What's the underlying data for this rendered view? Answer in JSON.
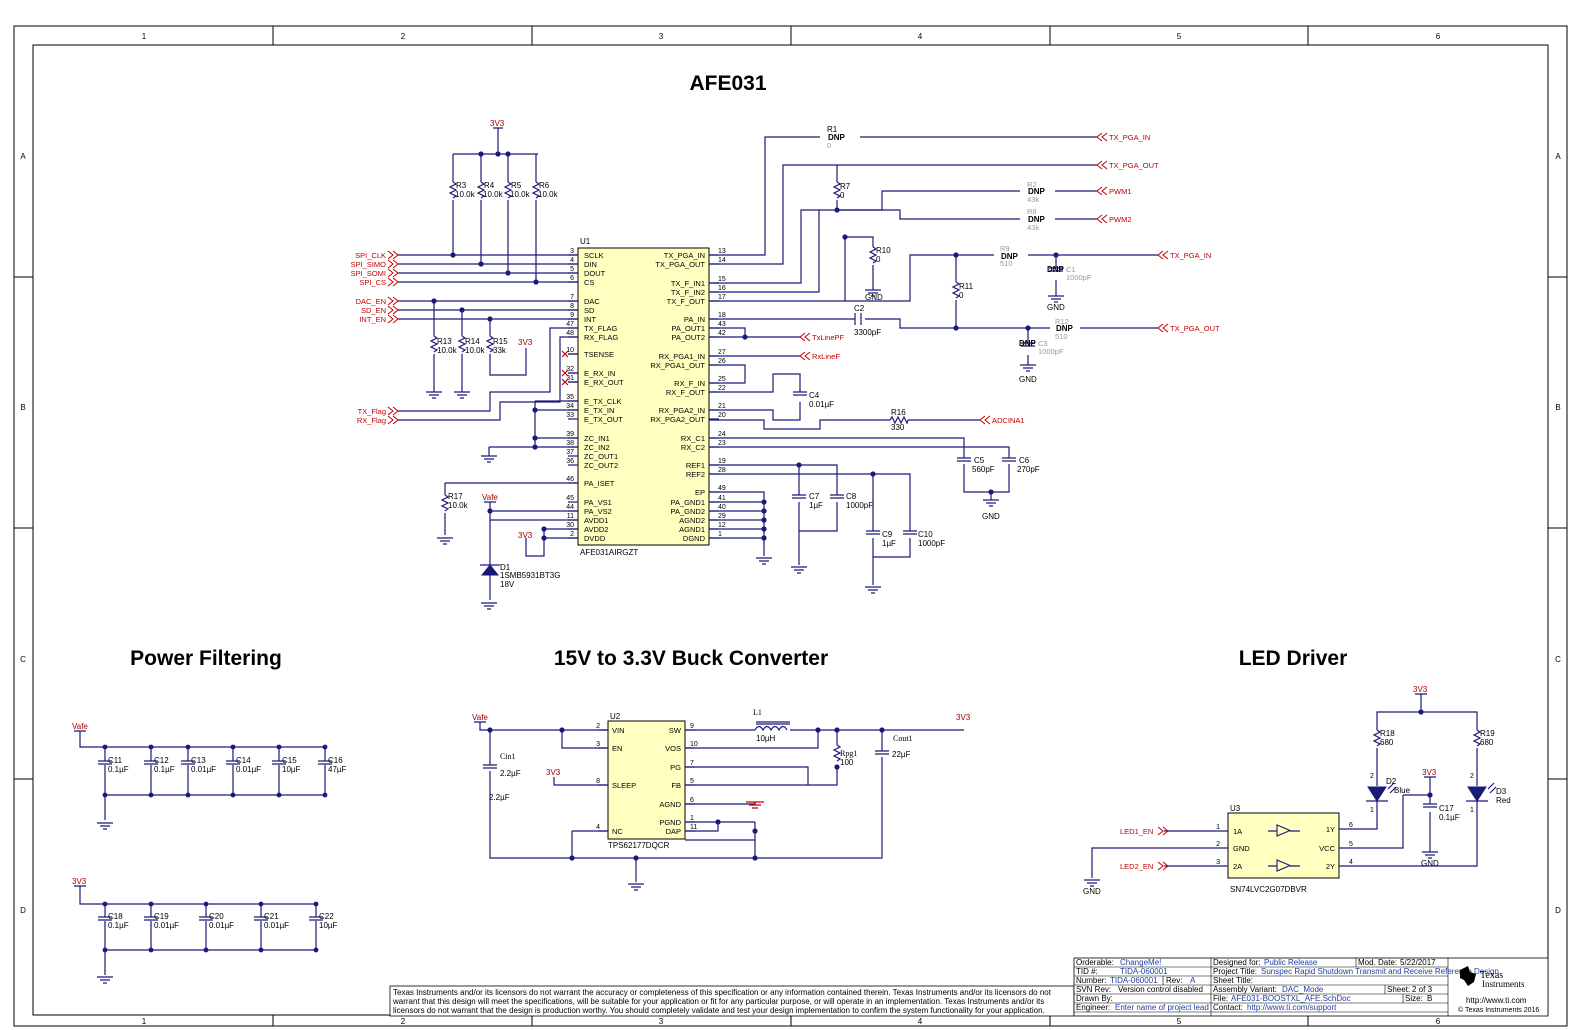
{
  "sections": {
    "afe": "AFE031",
    "power": "Power Filtering",
    "buck": "15V to 3.3V Buck Converter",
    "led": "LED Driver"
  },
  "grid": {
    "cols": [
      "1",
      "2",
      "3",
      "4",
      "5",
      "6"
    ],
    "rows": [
      "A",
      "B",
      "C",
      "D"
    ]
  },
  "u1": {
    "ref": "U1",
    "part": "AFE031AIRGZT",
    "left": [
      {
        "n": "3",
        "s": "SCLK"
      },
      {
        "n": "4",
        "s": "DIN"
      },
      {
        "n": "5",
        "s": "DOUT"
      },
      {
        "n": "6",
        "s": "CS"
      },
      {
        "n": "7",
        "s": "DAC"
      },
      {
        "n": "8",
        "s": "SD"
      },
      {
        "n": "9",
        "s": "INT"
      },
      {
        "n": "47",
        "s": "TX_FLAG"
      },
      {
        "n": "48",
        "s": "RX_FLAG"
      },
      {
        "n": "10",
        "s": "TSENSE"
      },
      {
        "n": "32",
        "s": "E_RX_IN"
      },
      {
        "n": "31",
        "s": "E_RX_OUT"
      },
      {
        "n": "35",
        "s": "E_TX_CLK"
      },
      {
        "n": "34",
        "s": "E_TX_IN"
      },
      {
        "n": "33",
        "s": "E_TX_OUT"
      },
      {
        "n": "39",
        "s": "ZC_IN1"
      },
      {
        "n": "38",
        "s": "ZC_IN2"
      },
      {
        "n": "37",
        "s": "ZC_OUT1"
      },
      {
        "n": "36",
        "s": "ZC_OUT2"
      },
      {
        "n": "46",
        "s": "PA_ISET"
      },
      {
        "n": "45",
        "s": "PA_VS1"
      },
      {
        "n": "44",
        "s": "PA_VS2"
      },
      {
        "n": "11",
        "s": "AVDD1"
      },
      {
        "n": "30",
        "s": "AVDD2"
      },
      {
        "n": "2",
        "s": "DVDD"
      }
    ],
    "right": [
      {
        "n": "13",
        "s": "TX_PGA_IN"
      },
      {
        "n": "14",
        "s": "TX_PGA_OUT"
      },
      {
        "n": "15",
        "s": "TX_F_IN1"
      },
      {
        "n": "16",
        "s": "TX_F_IN2"
      },
      {
        "n": "17",
        "s": "TX_F_OUT"
      },
      {
        "n": "18",
        "s": "PA_IN"
      },
      {
        "n": "43",
        "s": "PA_OUT1"
      },
      {
        "n": "42",
        "s": "PA_OUT2"
      },
      {
        "n": "27",
        "s": "RX_PGA1_IN"
      },
      {
        "n": "26",
        "s": "RX_PGA1_OUT"
      },
      {
        "n": "25",
        "s": "RX_F_IN"
      },
      {
        "n": "22",
        "s": "RX_F_OUT"
      },
      {
        "n": "21",
        "s": "RX_PGA2_IN"
      },
      {
        "n": "20",
        "s": "RX_PGA2_OUT"
      },
      {
        "n": "24",
        "s": "RX_C1"
      },
      {
        "n": "23",
        "s": "RX_C2"
      },
      {
        "n": "19",
        "s": "REF1"
      },
      {
        "n": "28",
        "s": "REF2"
      },
      {
        "n": "49",
        "s": "EP"
      },
      {
        "n": "41",
        "s": "PA_GND1"
      },
      {
        "n": "40",
        "s": "PA_GND2"
      },
      {
        "n": "29",
        "s": "AGND2"
      },
      {
        "n": "12",
        "s": "AGND1"
      },
      {
        "n": "1",
        "s": "DGND"
      }
    ]
  },
  "nets_left": [
    "SPI_CLK",
    "SPI_SIMO",
    "SPI_SOMI",
    "SPI_CS",
    "DAC_EN",
    "SD_EN",
    "INT_EN",
    "TX_Flag",
    "RX_Flag"
  ],
  "nets_right": {
    "tx_pga_in": "TX_PGA_IN",
    "tx_pga_out": "TX_PGA_OUT",
    "pwm1": "PWM1",
    "pwm2": "PWM2",
    "txlinepf": "TxLinePF",
    "rxlinef": "RxLineF",
    "adcina1": "ADCINA1",
    "led1": "LED1_EN",
    "led2": "LED2_EN"
  },
  "power": {
    "v33": "3V3",
    "vafe": "Vafe",
    "gnd": "GND"
  },
  "afe_parts": {
    "r3": {
      "ref": "R3",
      "val": "10.0k"
    },
    "r4": {
      "ref": "R4",
      "val": "10.0k"
    },
    "r5": {
      "ref": "R5",
      "val": "10.0k"
    },
    "r6": {
      "ref": "R6",
      "val": "10.0k"
    },
    "r13": {
      "ref": "R13",
      "val": "10.0k"
    },
    "r14": {
      "ref": "R14",
      "val": "10.0k"
    },
    "r15": {
      "ref": "R15",
      "val": "33k"
    },
    "r17": {
      "ref": "R17",
      "val": "10.0k"
    },
    "r1": {
      "ref": "R1",
      "val": "0"
    },
    "r7": {
      "ref": "R7",
      "val": "0"
    },
    "r2": {
      "ref": "R2",
      "val": "43k"
    },
    "r8": {
      "ref": "R8",
      "val": "43k"
    },
    "r10": {
      "ref": "R10",
      "val": "0"
    },
    "r11": {
      "ref": "R11",
      "val": "0"
    },
    "r9": {
      "ref": "R9",
      "val": "510"
    },
    "r12": {
      "ref": "R12",
      "val": "510"
    },
    "r16": {
      "ref": "R16",
      "val": "330"
    },
    "c1": {
      "ref": "C1",
      "val": "1000pF"
    },
    "c2": {
      "ref": "C2",
      "val": "3300pF"
    },
    "c3": {
      "ref": "C3",
      "val": "1000pF"
    },
    "c4": {
      "ref": "C4",
      "val": "0.01µF"
    },
    "c5": {
      "ref": "C5",
      "val": "560pF"
    },
    "c6": {
      "ref": "C6",
      "val": "270pF"
    },
    "c7": {
      "ref": "C7",
      "val": "1µF"
    },
    "c8": {
      "ref": "C8",
      "val": "1000pF"
    },
    "c9": {
      "ref": "C9",
      "val": "1µF"
    },
    "c10": {
      "ref": "C10",
      "val": "1000pF"
    },
    "d1": {
      "ref": "D1",
      "val": "1SMB5931BT3G",
      "v": "18V"
    },
    "dnp": "DNP"
  },
  "pf": {
    "row1": [
      {
        "ref": "C11",
        "val": "0.1µF"
      },
      {
        "ref": "C12",
        "val": "0.1µF"
      },
      {
        "ref": "C13",
        "val": "0.01µF"
      },
      {
        "ref": "C14",
        "val": "0.01µF"
      },
      {
        "ref": "C15",
        "val": "10µF"
      },
      {
        "ref": "C16",
        "val": "47µF"
      }
    ],
    "row2": [
      {
        "ref": "C18",
        "val": "0.1µF"
      },
      {
        "ref": "C19",
        "val": "0.01µF"
      },
      {
        "ref": "C20",
        "val": "0.01µF"
      },
      {
        "ref": "C21",
        "val": "0.01µF"
      },
      {
        "ref": "C22",
        "val": "10µF"
      }
    ]
  },
  "buck": {
    "ref": "U2",
    "part": "TPS62177DQCR",
    "left": [
      {
        "n": "2",
        "s": "VIN"
      },
      {
        "n": "3",
        "s": "EN"
      },
      {
        "n": "8",
        "s": "SLEEP"
      },
      {
        "n": "4",
        "s": "NC"
      }
    ],
    "right": [
      {
        "n": "9",
        "s": "SW"
      },
      {
        "n": "10",
        "s": "VOS"
      },
      {
        "n": "7",
        "s": "PG"
      },
      {
        "n": "5",
        "s": "FB"
      },
      {
        "n": "6",
        "s": "AGND"
      },
      {
        "n": "1",
        "s": "PGND"
      },
      {
        "n": "11",
        "s": "DAP"
      }
    ],
    "l1": {
      "ref": "L1",
      "val": "10µH"
    },
    "cin": {
      "ref": "Cin1",
      "val": "2.2µF",
      "val2": "2.2µF"
    },
    "cout": {
      "ref": "Cout1",
      "val": "22µF"
    },
    "rpg": {
      "ref": "Rpg1",
      "val": "100"
    }
  },
  "led": {
    "ref": "U3",
    "part": "SN74LVC2G07DBVR",
    "left": [
      {
        "n": "1",
        "s": "1A"
      },
      {
        "n": "2",
        "s": "GND"
      },
      {
        "n": "3",
        "s": "2A"
      }
    ],
    "right": [
      {
        "n": "6",
        "s": "1Y"
      },
      {
        "n": "5",
        "s": "VCC"
      },
      {
        "n": "4",
        "s": "2Y"
      }
    ],
    "r18": {
      "ref": "R18",
      "val": "680"
    },
    "r19": {
      "ref": "R19",
      "val": "680"
    },
    "d2": {
      "ref": "D2",
      "val": "Blue"
    },
    "d3": {
      "ref": "D3",
      "val": "Red"
    },
    "c17": {
      "ref": "C17",
      "val": "0.1µF"
    },
    "d_pins": [
      "2",
      "1"
    ]
  },
  "title_block": {
    "orderable_k": "Orderable:",
    "orderable_v": "ChangeMe!",
    "tid_k": "TID #:",
    "tid_v": "TIDA-060001",
    "number_k": "Number:",
    "number_v": "TIDA-060001",
    "rev_k": "Rev:",
    "rev_v": "A",
    "svn_k": "SVN Rev:",
    "svn_v": "Version control disabled",
    "drawn_k": "Drawn By:",
    "drawn_v": "",
    "engineer_k": "Engineer:",
    "engineer_v": "Enter name of project lead",
    "designed_k": "Designed for:",
    "designed_v": "Public Release",
    "mod_k": "Mod. Date:",
    "mod_v": "5/22/2017",
    "project_k": "Project Title:",
    "project_v": "Sunspec Rapid Shutdown Transmit and Receive Reference Design",
    "sheet_title_k": "Sheet Title:",
    "sheet_title_v": "",
    "variant_k": "Assembly Variant:",
    "variant_v": "DAC_Mode",
    "sheet_k": "Sheet:",
    "sheet_v": "2 of 3",
    "file_k": "File:",
    "file_v": "AFE031-BOOSTXL_AFE.SchDoc",
    "size_k": "Size:",
    "size_v": "B",
    "contact_k": "Contact:",
    "contact_v": "http://www.ti.com/support",
    "brand1": "Texas",
    "brand2": "Instruments",
    "url": "http://www.ti.com",
    "copyright": "© Texas Instruments 2016"
  },
  "disclaimer": [
    "Texas Instruments and/or its licensors do not warrant the accuracy or completeness of this specification or any information contained therein. Texas Instruments and/or its licensors do not",
    "warrant that this design will meet the specifications, will be suitable for your application or fit for any particular purpose, or will operate in an implementation. Texas Instruments and/or its",
    "licensors do not warrant that the design is production worthy. You should completely validate and test your design implementation to confirm the system functionality for your application."
  ]
}
